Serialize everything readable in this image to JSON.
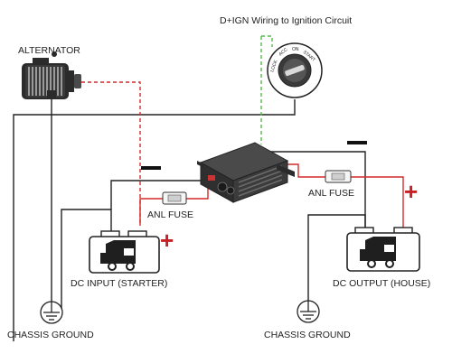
{
  "labels": {
    "ignition": "D+IGN Wiring to Ignition Circuit",
    "alternator": "ALTERNATOR",
    "anl_fuse_left": "ANL FUSE",
    "anl_fuse_right": "ANL FUSE",
    "dc_input": "DC INPUT (STARTER)",
    "dc_output": "DC OUTPUT (HOUSE)",
    "chassis_ground_left": "CHASSIS GROUND",
    "chassis_ground_right": "CHASSIS GROUND"
  },
  "polarity": {
    "plus_input": "+",
    "plus_output": "+"
  },
  "key_switch": [
    "LOCK",
    "ACC",
    "ON",
    "START"
  ],
  "colors": {
    "positive_wire": "#d42a2a",
    "ignition_wire": "#55b94a",
    "ground_wire": "#222222",
    "plus_sign": "#c81e24"
  },
  "icons": {
    "alternator": "alternator-icon",
    "key_switch": "ignition-key-switch-icon",
    "charger": "dc-dc-charger-icon",
    "fuse": "anl-fuse-icon",
    "battery": "battery-rv-icon",
    "ground": "chassis-ground-icon"
  }
}
